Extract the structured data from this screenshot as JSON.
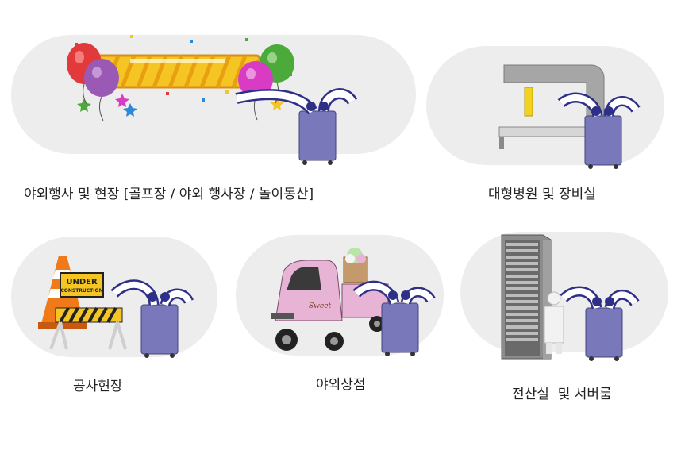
{
  "captions": {
    "outdoor_event": "야외행사 및 현장 [골프장 / 야외 행사장 / 놀이동산]",
    "hospital": "대형병원 및 장비실",
    "construction": "공사현장",
    "outdoor_store": "야외상점",
    "server_room": "전산실  및 서버룸"
  },
  "signs": {
    "under_line1": "UNDER",
    "under_line2": "CONSTRUCTION"
  },
  "truck_script": "Sweet",
  "colors": {
    "pill_bg": "#ededed",
    "cooler_body": "#7878bb",
    "cooler_duct": "#2e3088",
    "banner_yellow": "#f5c524",
    "balloon_red": "#e23a3a",
    "balloon_purple": "#9b59b6",
    "balloon_green": "#4caa3a",
    "balloon_magenta": "#d93cc4",
    "truck_pink": "#e8b4d6",
    "cone_orange": "#f07a1a",
    "server_gray": "#8c8c8c"
  }
}
